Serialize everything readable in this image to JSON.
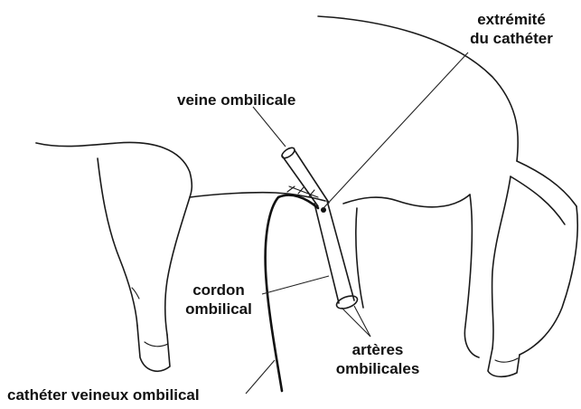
{
  "labels": {
    "catheter_tip_line1": "extrémité",
    "catheter_tip_line2": "du cathéter",
    "umbilical_vein": "veine ombilicale",
    "umbilical_cord_line1": "cordon",
    "umbilical_cord_line2": "ombilical",
    "umbilical_arteries_line1": "artères",
    "umbilical_arteries_line2": "ombilicales",
    "umbilical_venous_catheter": "cathéter veineux ombilical"
  }
}
